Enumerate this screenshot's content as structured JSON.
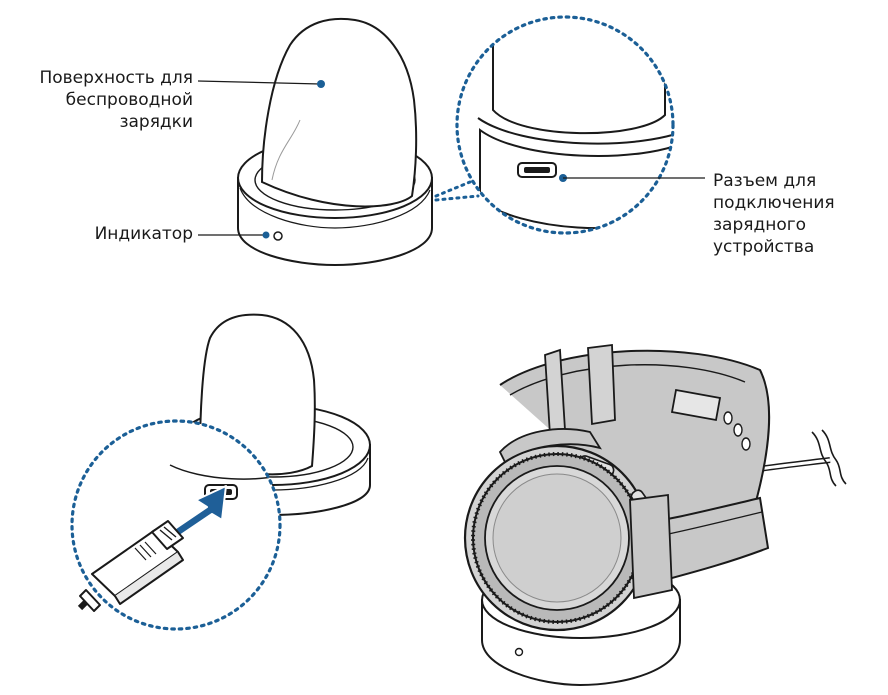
{
  "labels": {
    "charging_surface": {
      "line1": "Поверхность для",
      "line2": "беспроводной",
      "line3": "зарядки"
    },
    "indicator": "Индикатор",
    "connector": {
      "line1": "Разъем для",
      "line2": "подключения",
      "line3": "зарядного",
      "line4": "устройства"
    }
  },
  "colors": {
    "callout": "#1b5f96",
    "outline": "#1a1a1a",
    "arrow": "#1f5f98",
    "watch_body": "#d3d3d3",
    "strap": "#c8c8c8"
  },
  "icons": [
    "usb-plug-icon",
    "insert-arrow-icon"
  ]
}
